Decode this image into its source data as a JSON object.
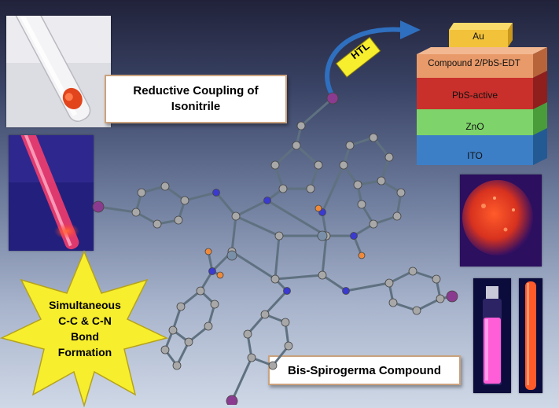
{
  "labels": {
    "reductive_coupling": [
      "Reductive Coupling of",
      "Isonitrile"
    ],
    "bis_spirogerma": "Bis-Spirogerma Compound",
    "simultaneous": [
      "Simultaneous",
      "C-C & C-N",
      "Bond",
      "Formation"
    ],
    "htl": "HTL"
  },
  "device_stack": {
    "layers": [
      {
        "name": "Au",
        "color": "#f2c23a"
      },
      {
        "name": "Compound  2/PbS-EDT",
        "color": "#e89a6a"
      },
      {
        "name": "PbS-active",
        "color": "#c9302c"
      },
      {
        "name": "ZnO",
        "color": "#7ed46a"
      },
      {
        "name": "ITO",
        "color": "#3d7fc6"
      }
    ]
  },
  "colors": {
    "star": "#f7ee2e",
    "box_border": "#caa27e",
    "arrow": "#2f6fbf",
    "iodine": "#8b3b8f",
    "fluorescence_red": "#ff4a22",
    "fluorescence_pink": "#ff5ed8"
  }
}
